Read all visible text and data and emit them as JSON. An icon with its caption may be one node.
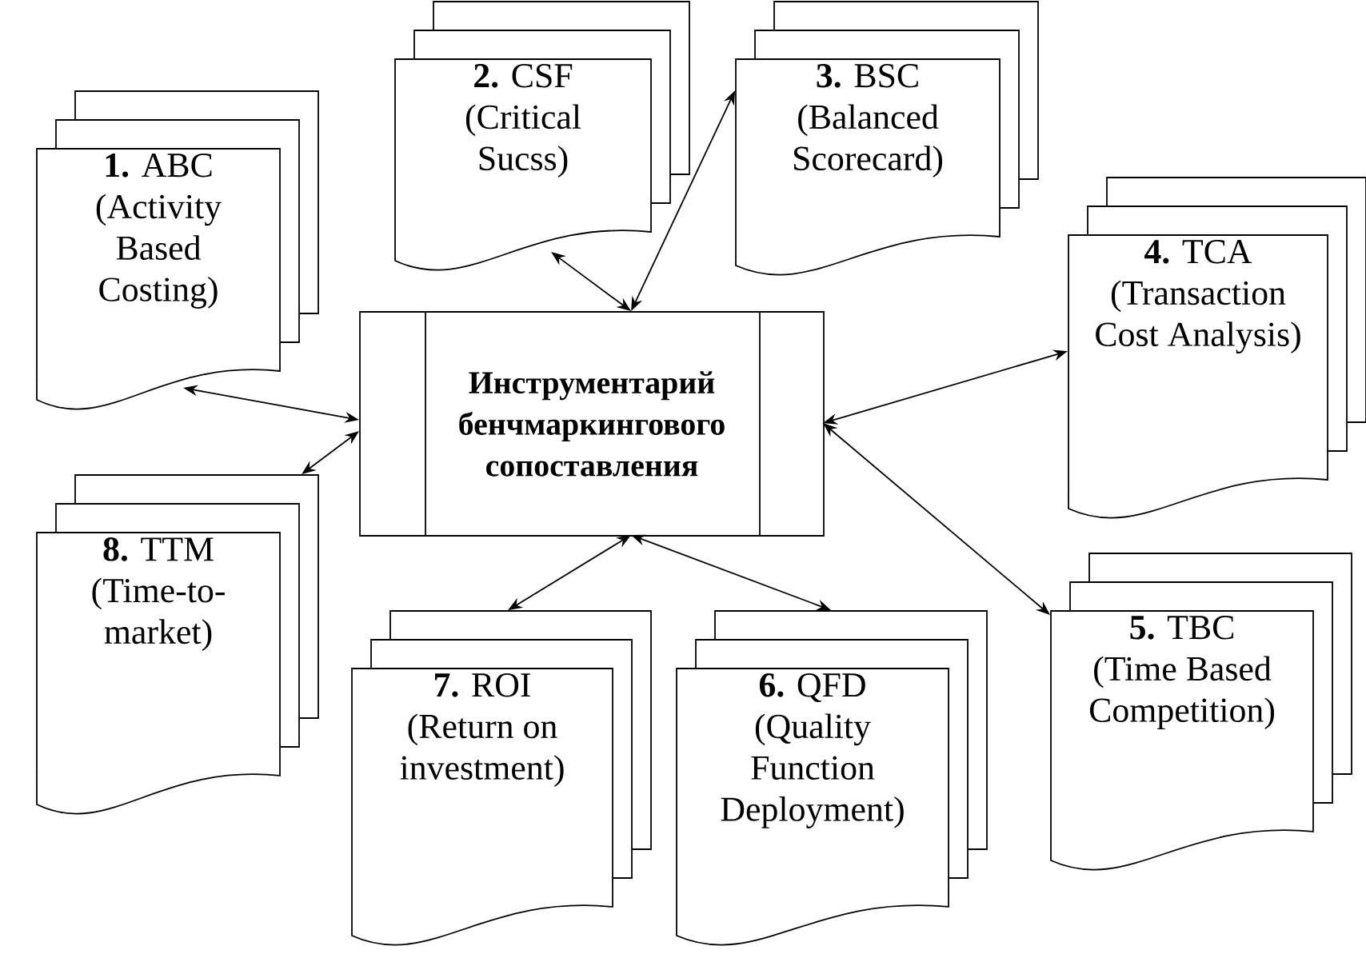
{
  "diagram": {
    "nodes": [
      {
        "text": [
          "Инструментарий бенчмаркингового сопоставления"
        ]
      },
      {
        "text": [
          "**1.** ABC",
          "(Activity Based Costing)"
        ]
      },
      {
        "text": [
          "**2.** CSF",
          "(Critical Sucss)"
        ]
      },
      {
        "text": [
          "**3.** BSC",
          "(Balanced Scorecard)"
        ]
      },
      {
        "text": [
          "**4.** TCA",
          "(Transaction Cost Analysis)"
        ]
      },
      {
        "text": [
          "**5.** TBC",
          "(Time Based Competition)"
        ]
      },
      {
        "text": [
          "**6.** QFD",
          "(Quality Function Deployment)"
        ]
      },
      {
        "text": [
          "**7.** ROI",
          "(Return on investment)"
        ]
      },
      {
        "text": [
          "**8.** TTM",
          "(Time-to-market)"
        ]
      }
    ],
    "edges": [
      {
        "from": 0,
        "to": 1,
        "arrow": "both"
      },
      {
        "from": 0,
        "to": 2,
        "arrow": "both"
      },
      {
        "from": 0,
        "to": 3,
        "arrow": "both"
      },
      {
        "from": 0,
        "to": 4,
        "arrow": "both"
      },
      {
        "from": 0,
        "to": 5,
        "arrow": "both"
      },
      {
        "from": 0,
        "to": 6,
        "arrow": "both"
      },
      {
        "from": 0,
        "to": 7,
        "arrow": "both"
      },
      {
        "from": 0,
        "to": 8,
        "arrow": "both"
      }
    ]
  }
}
